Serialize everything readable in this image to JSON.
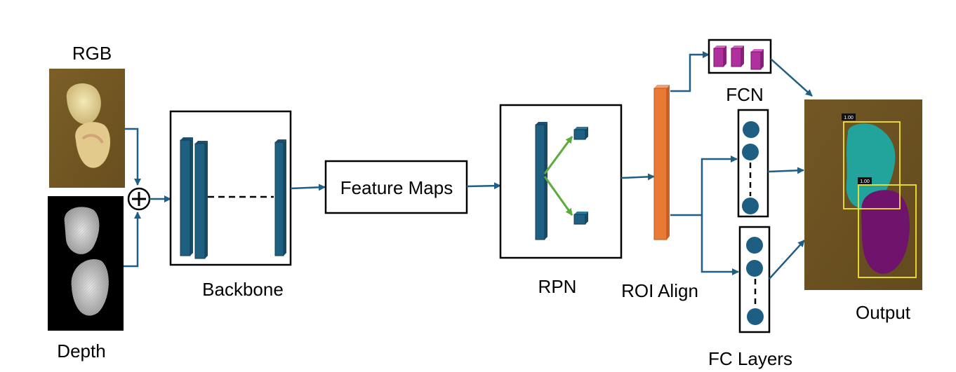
{
  "inputs": {
    "rgb_label": "RGB",
    "depth_label": "Depth"
  },
  "fusion": {
    "symbol": "+"
  },
  "blocks": {
    "backbone": "Backbone",
    "feature_maps": "Feature Maps",
    "rpn": "RPN",
    "roi_align": "ROI Align",
    "fcn": "FCN",
    "fc_layers": "FC Layers",
    "output": "Output"
  },
  "output_detections": [
    {
      "score": "1.00",
      "mask_color": "#22a39b"
    },
    {
      "score": "1.00",
      "mask_color": "#6f136d"
    }
  ],
  "colors": {
    "arrow": "#1f5f85",
    "layer_blue": "#1f5f82",
    "rpn_branch_green": "#5aac3a",
    "roi_orange": "#e97a36",
    "fcn_magenta": "#b0309e",
    "node_blue": "#1d5e82",
    "box_yellow": "#f2e431",
    "wood_brown": "#6b5222"
  }
}
